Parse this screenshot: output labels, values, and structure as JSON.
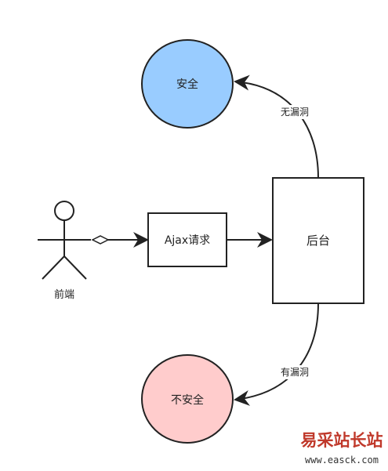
{
  "diagram": {
    "actor": {
      "label": "前端"
    },
    "nodes": {
      "ajax": {
        "label": "Ajax请求"
      },
      "backend": {
        "label": "后台"
      },
      "safe": {
        "label": "安全",
        "color": "#99ccff"
      },
      "unsafe": {
        "label": "不安全",
        "color": "#ffcccc"
      }
    },
    "edges": {
      "no_vuln": {
        "label": "无漏洞"
      },
      "has_vuln": {
        "label": "有漏洞"
      }
    }
  },
  "watermark": {
    "title": "易采站长站",
    "url": "www.easck.com"
  }
}
